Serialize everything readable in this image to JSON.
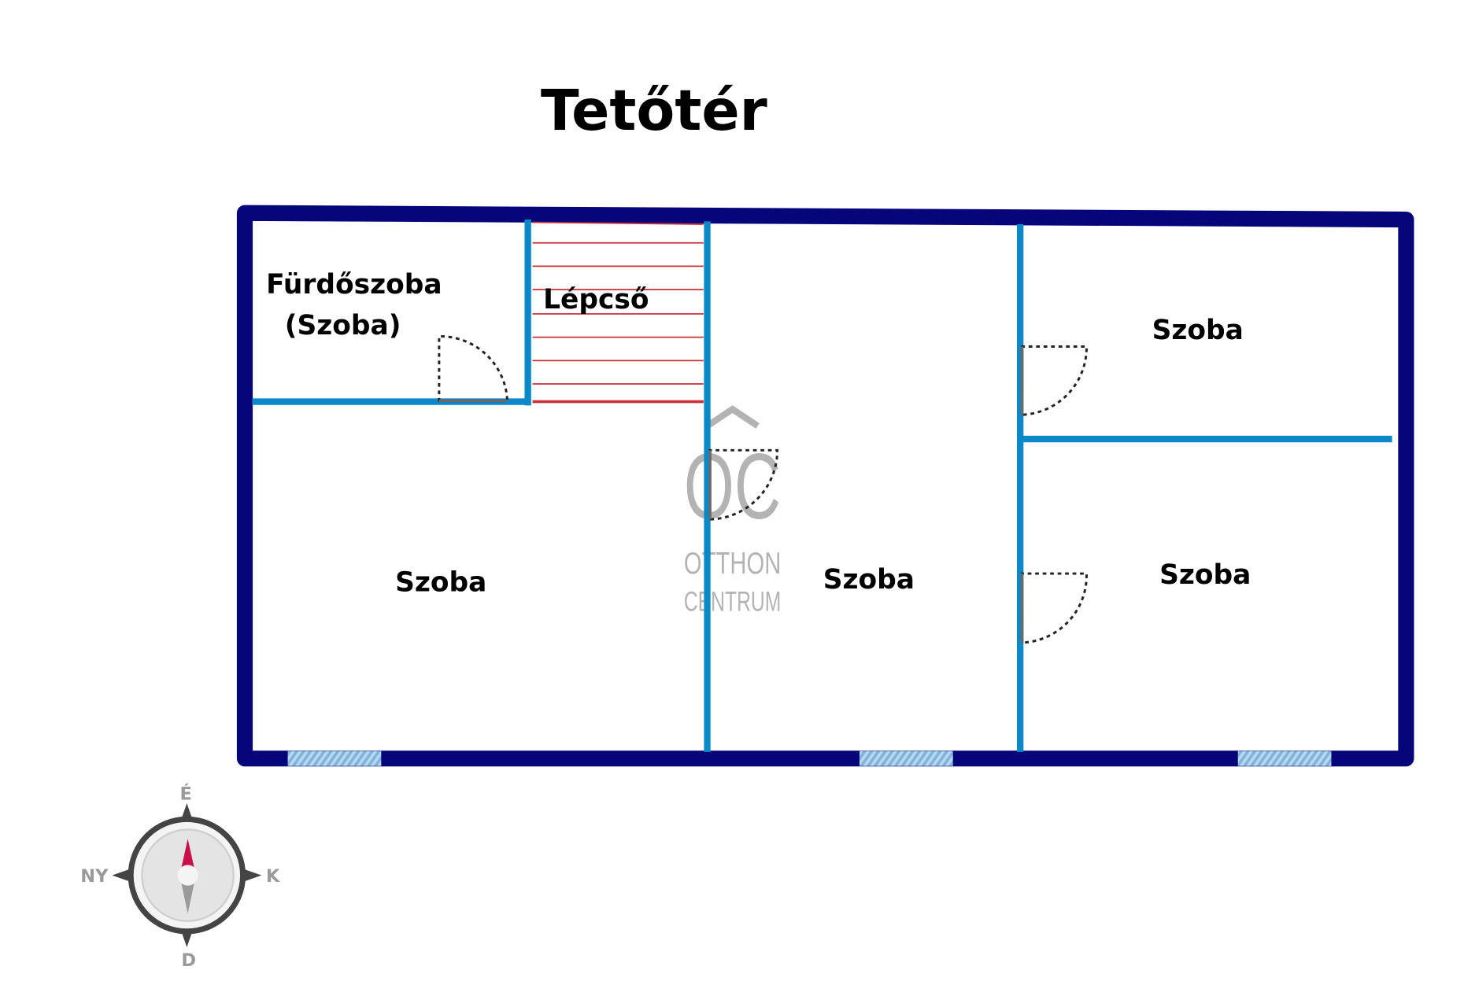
{
  "title": "Tetőtér",
  "rooms": {
    "bathroom_line1": "Fürdőszoba",
    "bathroom_line2": "(Szoba)",
    "stairs": "Lépcső",
    "room_left": "Szoba",
    "room_center": "Szoba",
    "room_top_right": "Szoba",
    "room_bottom_right": "Szoba"
  },
  "watermark": {
    "mark": "OC",
    "line1": "OTTHON",
    "line2": "CENTRUM"
  },
  "compass": {
    "north": "É",
    "south": "D",
    "east": "K",
    "west": "NY"
  },
  "colors": {
    "outer_wall": "#06067a",
    "inner_wall": "#0a88c8",
    "stairs": "#c8303a",
    "window": "#8fbfe0",
    "compass_needle": "#c8104a"
  }
}
